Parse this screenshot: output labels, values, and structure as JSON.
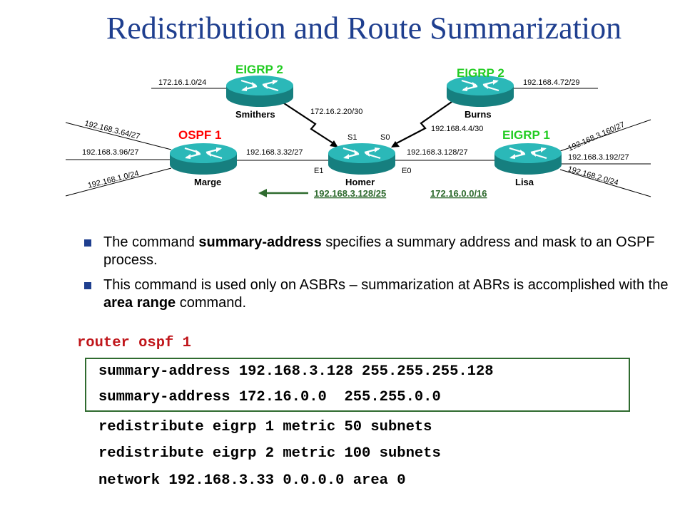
{
  "title": "Redistribution and Route Summarization",
  "colors": {
    "title": "#1f3f8f",
    "ospf": "#ff0000",
    "eigrp": "#22cc22",
    "summary": "#2f6b2f",
    "code_router": "#c0161b"
  },
  "diagram": {
    "protocols": {
      "smithers": "EIGRP 2",
      "burns": "EIGRP 2",
      "marge": "OSPF 1",
      "lisa": "EIGRP 1"
    },
    "routers": {
      "smithers": "Smithers",
      "burns": "Burns",
      "marge": "Marge",
      "homer": "Homer",
      "lisa": "Lisa"
    },
    "networks": {
      "smithers_lan": "172.16.1.0/24",
      "burns_lan": "192.168.4.72/29",
      "serial_left": "172.16.2.20/30",
      "serial_right": "192.168.4.4/30",
      "marge_n1": "192.168.3.64/27",
      "marge_n2": "192.168.3.96/27",
      "marge_n3": "192.168.1.0/24",
      "marge_homer": "192.168.3.32/27",
      "homer_lisa": "192.168.3.128/27",
      "lisa_n1": "192.168.3.160/27",
      "lisa_n2": "192.168.3.192/27",
      "lisa_n3": "192.168.2.0/24"
    },
    "interfaces": {
      "s1": "S1",
      "s0": "S0",
      "e1": "E1",
      "e0": "E0"
    },
    "summaries": [
      "192.168.3.128/25",
      "172.16.0.0/16"
    ]
  },
  "bullets": [
    {
      "pre": "The command ",
      "bold": "summary-address",
      "post": " specifies a summary address and mask to an OSPF process."
    },
    {
      "pre": "This command is used only on ASBRs – summarization at ABRs is accomplished with the ",
      "bold": "area range",
      "post": " command."
    }
  ],
  "code": {
    "router": "router ospf 1",
    "summary1": "summary-address 192.168.3.128 255.255.255.128",
    "summary2": "summary-address 172.16.0.0  255.255.0.0",
    "redistribute1": "redistribute eigrp 1 metric 50 subnets",
    "redistribute2": "redistribute eigrp 2 metric 100 subnets",
    "network": "network 192.168.3.33 0.0.0.0 area 0"
  }
}
